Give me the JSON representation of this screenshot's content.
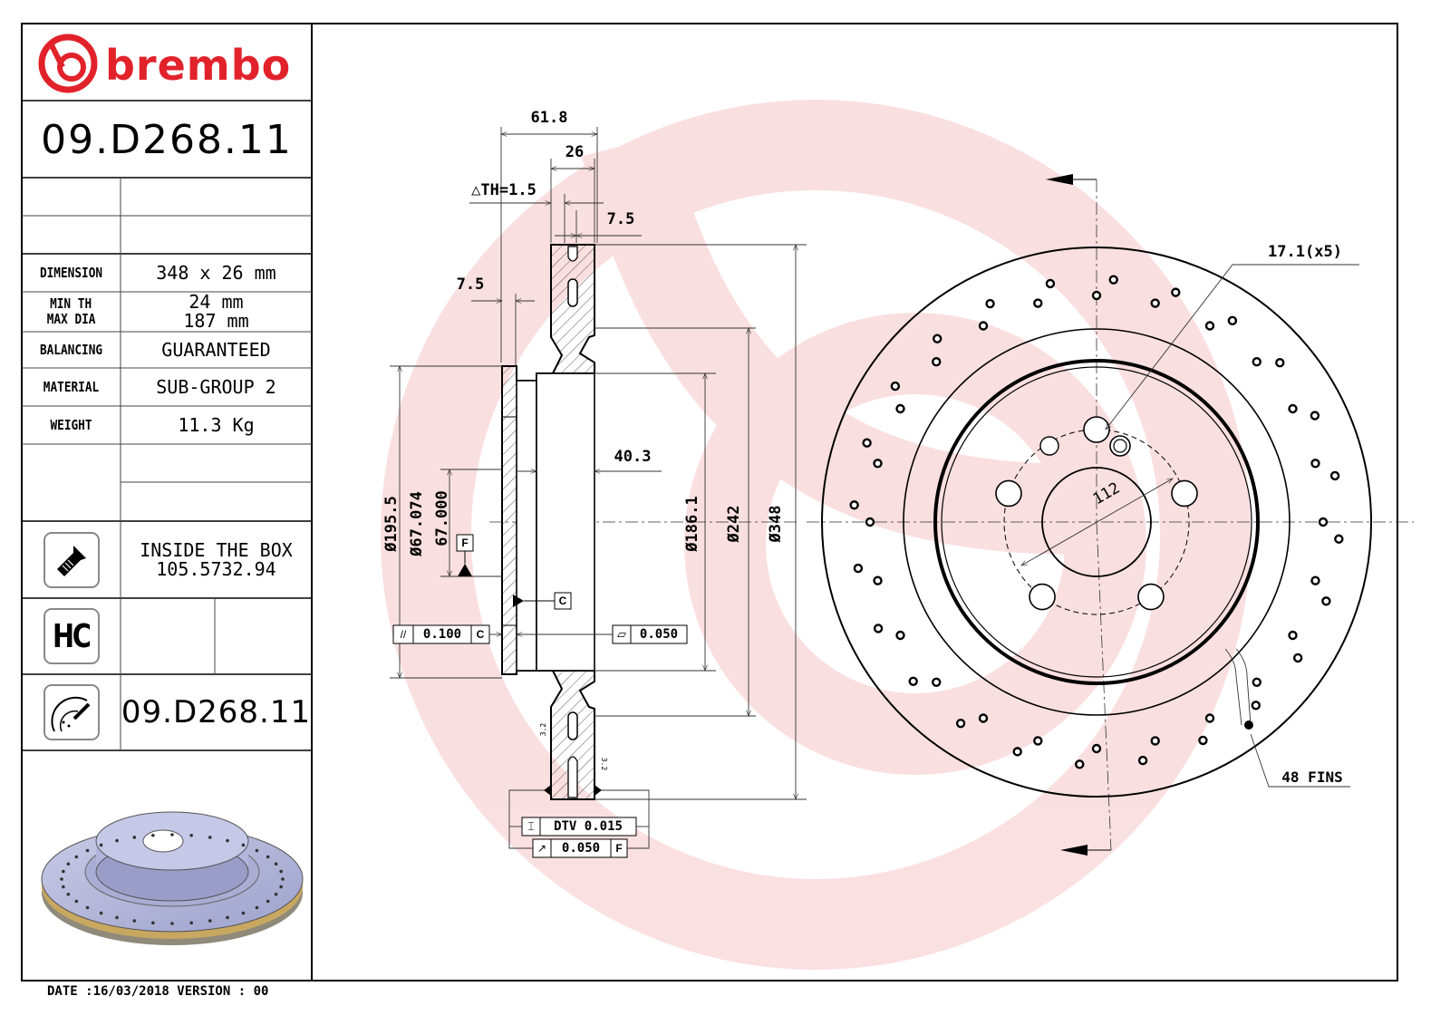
{
  "brand": {
    "name": "brembo",
    "color": "#e2222b"
  },
  "part_number": "09.D268.11",
  "spec_table": [
    {
      "label": "DIMENSION",
      "value": "348 x 26 mm"
    },
    {
      "label": "MIN TH",
      "label2": "MAX DIA",
      "value": "24 mm",
      "value2": "187 mm"
    },
    {
      "label": "BALANCING",
      "value": "GUARANTEED"
    },
    {
      "label": "MATERIAL",
      "value": "SUB-GROUP 2"
    },
    {
      "label": "WEIGHT",
      "value": "11.3 Kg"
    }
  ],
  "inside_the_box": {
    "title": "INSIDE THE BOX",
    "code": "105.5732.94"
  },
  "hc_label": "HC",
  "marking_part_number": "09.D268.11",
  "footer": {
    "text": "DATE :16/03/2018 VERSION : 00"
  },
  "section_view": {
    "dims": {
      "overall_width": "61.8",
      "thickness": "26",
      "delta_th": "△TH=1.5",
      "outer_offset": "7.5",
      "inner_offset": "7.5",
      "hat_depth": "40.3",
      "dia_195": "Ø195.5",
      "dia_bore_max": "Ø67.074",
      "dia_bore_min": "67.000",
      "dia_186": "Ø186.1",
      "dia_242": "Ø242",
      "dia_348": "Ø348",
      "roughness_1": "3.2",
      "roughness_2": "3.2"
    },
    "datums": {
      "f": "F",
      "c": "C"
    },
    "tolerances": {
      "parallelism": {
        "symbol": "//",
        "value": "0.100",
        "datum": "C"
      },
      "flatness": {
        "symbol": "▱",
        "value": "0.050"
      },
      "dtv": {
        "symbol": "⌶",
        "value": "DTV 0.015"
      },
      "runout": {
        "symbol": "↗",
        "value": "0.050",
        "datum": "F"
      }
    }
  },
  "front_view": {
    "bolt_hole_callout": "17.1(x5)",
    "pcd": "112",
    "fins_callout": "48 FINS"
  }
}
